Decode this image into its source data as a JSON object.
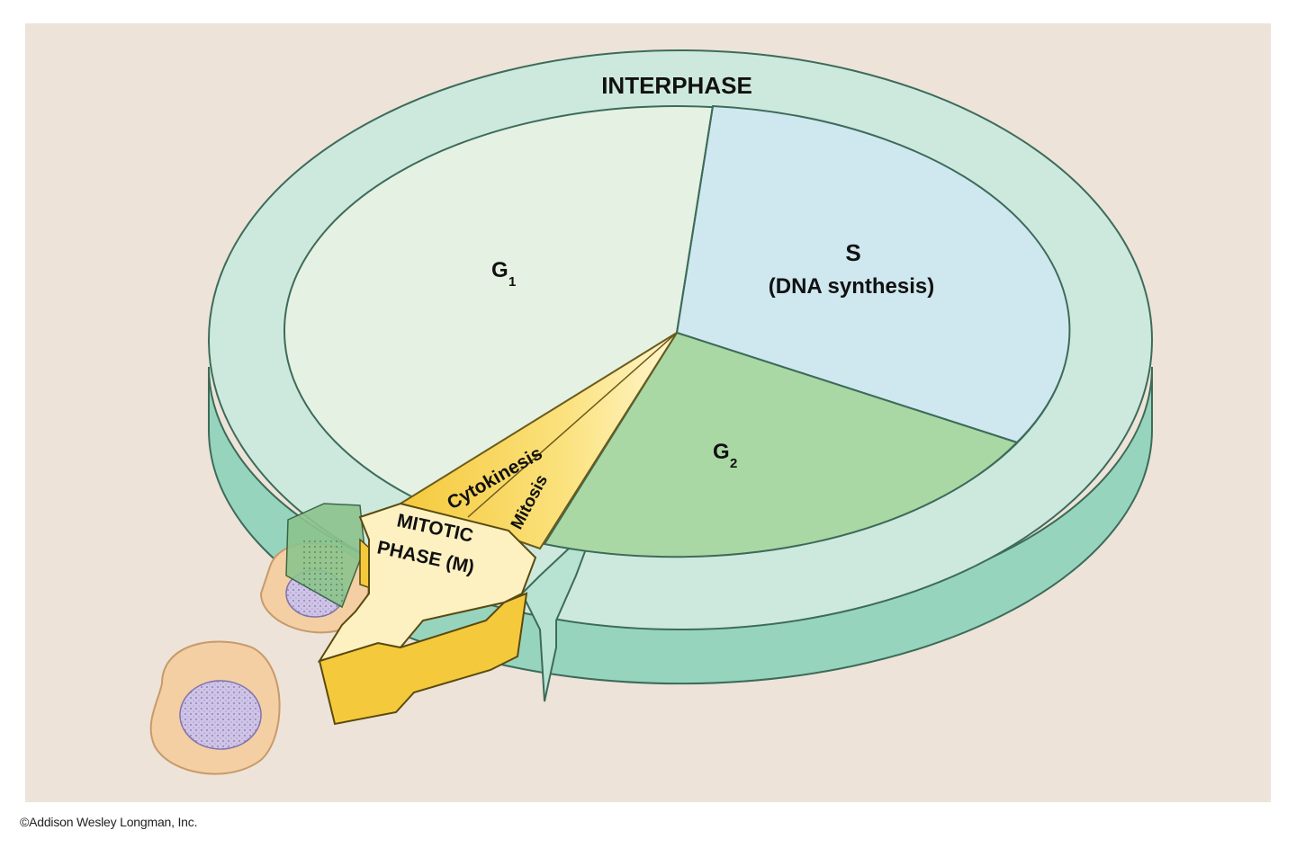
{
  "diagram": {
    "ring_label": "INTERPHASE",
    "phases": {
      "g1": {
        "letter": "G",
        "subscript": "1"
      },
      "s": {
        "letter": "S",
        "description": "(DNA synthesis)"
      },
      "g2": {
        "letter": "G",
        "subscript": "2"
      },
      "cytokinesis": "Cytokinesis",
      "mitosis": "Mitosis"
    },
    "mitotic_phase": {
      "line1": "MITOTIC",
      "line2": "PHASE (M)"
    }
  },
  "footer": {
    "credit": "©Addison Wesley Longman, Inc."
  },
  "colors": {
    "background": "#ede3d8",
    "ring_top": "#cde9de",
    "ring_side": "#97d4bd",
    "g1": "#e5f1e2",
    "s": "#cfe8ef",
    "g2": "#a9d8a4",
    "mitotic_yellow": "#f5cf49",
    "mitotic_light": "#fdf1c2",
    "cell_cytoplasm": "#f3cfa3",
    "cell_nucleus": "#cfc4e6"
  }
}
